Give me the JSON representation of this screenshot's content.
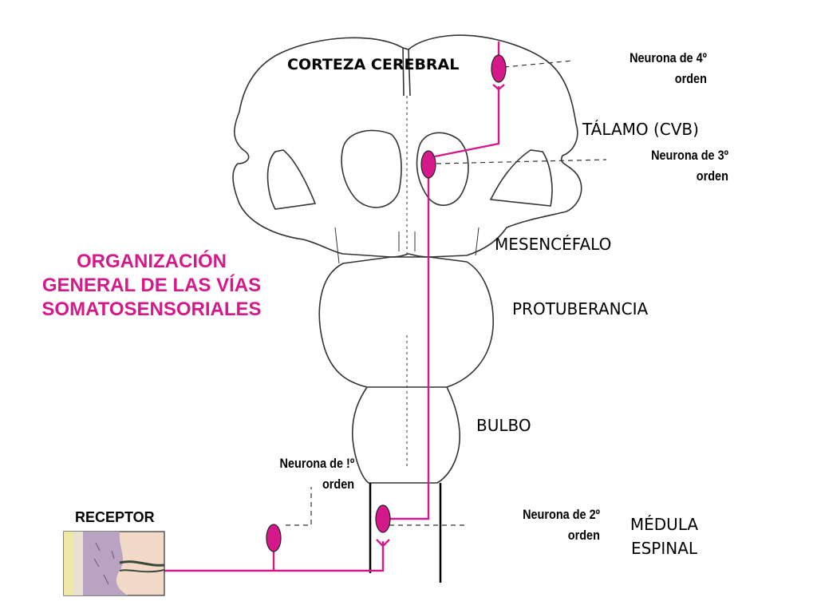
{
  "title": {
    "line1": "ORGANIZACIÓN",
    "line2": "GENERAL DE LAS VÍAS",
    "line3": "SOMATOSENSORIALES"
  },
  "regions": {
    "cortex": "CORTEZA CEREBRAL",
    "thalamus": "TÁLAMO (CVB)",
    "midbrain": "MESENCÉFALO",
    "pons": "PROTUBERANCIA",
    "medulla": "BULBO",
    "spinal_line1": "MÉDULA",
    "spinal_line2": "ESPINAL"
  },
  "neurons": {
    "fourth_line1": "Neurona de 4º",
    "fourth_line2": "orden",
    "third_line1": "Neurona de 3º",
    "third_line2": "orden",
    "first_line1": "Neurona de !º",
    "first_line2": "orden",
    "second_line1": "Neurona de 2º",
    "second_line2": "orden"
  },
  "receptor": "RECEPTOR",
  "colors": {
    "pathway": "#d6198a",
    "outline": "#222222",
    "title": "#d6198a"
  }
}
